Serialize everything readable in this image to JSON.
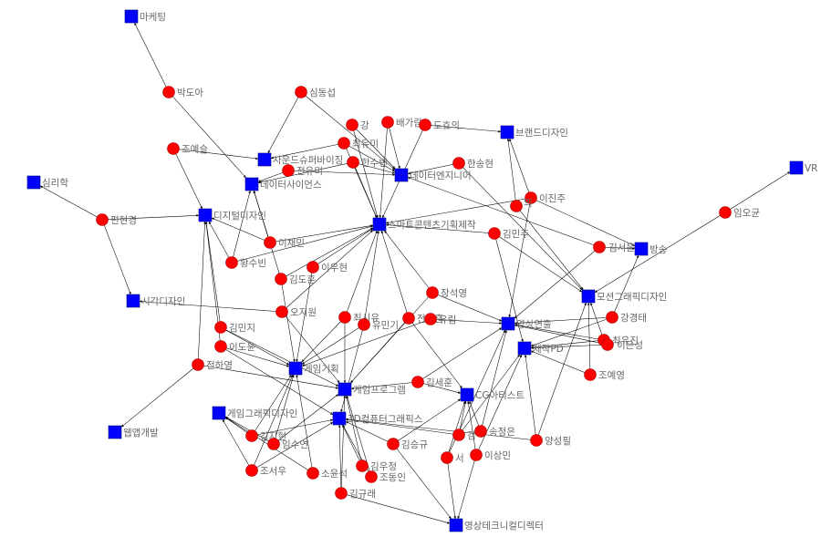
{
  "colors": {
    "person": "#ff0000",
    "job": "#0000ff",
    "edge": "#000000",
    "label": "#666666"
  },
  "nodes": [
    {
      "id": "j_marketing",
      "type": "job",
      "label": "마케팅"
    },
    {
      "id": "j_psych",
      "type": "job",
      "label": "심리학"
    },
    {
      "id": "j_vr",
      "type": "job",
      "label": "VR"
    },
    {
      "id": "j_brand",
      "type": "job",
      "label": "브랜드디자인"
    },
    {
      "id": "j_sound",
      "type": "job",
      "label": "사운드슈퍼바이징"
    },
    {
      "id": "j_dataeng",
      "type": "job",
      "label": "데이터엔지니어"
    },
    {
      "id": "j_datasci",
      "type": "job",
      "label": "데이터사이언스"
    },
    {
      "id": "j_digital",
      "type": "job",
      "label": "디지털디자인"
    },
    {
      "id": "j_smart",
      "type": "job",
      "label": "스마트콘텐츠기획제작"
    },
    {
      "id": "j_broadcast",
      "type": "job",
      "label": "방송"
    },
    {
      "id": "j_visual",
      "type": "job",
      "label": "시각디자인"
    },
    {
      "id": "j_motion",
      "type": "job",
      "label": "모션그래픽디자인"
    },
    {
      "id": "j_video",
      "type": "job",
      "label": "영상연출"
    },
    {
      "id": "j_pd",
      "type": "job",
      "label": "제작PD"
    },
    {
      "id": "j_gameplan",
      "type": "job",
      "label": "게임기획"
    },
    {
      "id": "j_gameprog",
      "type": "job",
      "label": "게임프로그램"
    },
    {
      "id": "j_cg",
      "type": "job",
      "label": "CG아티스트"
    },
    {
      "id": "j_gamegfx",
      "type": "job",
      "label": "게임그래픽디자인"
    },
    {
      "id": "j_3d",
      "type": "job",
      "label": "3D컴퓨터그래픽스"
    },
    {
      "id": "j_webapp",
      "type": "job",
      "label": "웹앱개발"
    },
    {
      "id": "j_vtd",
      "type": "job",
      "label": "영상테크니컬디렉터"
    },
    {
      "id": "p_parkdoa",
      "type": "person",
      "label": "박도아"
    },
    {
      "id": "p_simdongseop",
      "type": "person",
      "label": "심동섭"
    },
    {
      "id": "p_joyeseul",
      "type": "person",
      "label": "조예슬"
    },
    {
      "id": "p_gang1",
      "type": "person",
      "label": "강"
    },
    {
      "id": "p_bae",
      "type": "person",
      "label": "배가람"
    },
    {
      "id": "p_dohyoi",
      "type": "person",
      "label": "도효의"
    },
    {
      "id": "p_choiyumi",
      "type": "person",
      "label": "최유미"
    },
    {
      "id": "p_jeonyumi",
      "type": "person",
      "label": "전유미"
    },
    {
      "id": "p_hansubin",
      "type": "person",
      "label": "한수빈"
    },
    {
      "id": "p_hansonghyeon",
      "type": "person",
      "label": "한송현"
    },
    {
      "id": "p_pyeonhyeongyeong",
      "type": "person",
      "label": "편현경"
    },
    {
      "id": "p_ijinju",
      "type": "person",
      "label": "이진주"
    },
    {
      "id": "p_ijinju2",
      "type": "person",
      "label": "의"
    },
    {
      "id": "p_imogyun",
      "type": "person",
      "label": "임오균"
    },
    {
      "id": "p_ichaemin",
      "type": "person",
      "label": "이채민"
    },
    {
      "id": "p_kimminju",
      "type": "person",
      "label": "김민주"
    },
    {
      "id": "p_kimseo",
      "type": "person",
      "label": "김서윤"
    },
    {
      "id": "p_hwangsubin",
      "type": "person",
      "label": "황수빈"
    },
    {
      "id": "p_iuhyeon",
      "type": "person",
      "label": "이우현"
    },
    {
      "id": "p_kimdohun",
      "type": "person",
      "label": "김도훈"
    },
    {
      "id": "p_jangseokyeong",
      "type": "person",
      "label": "장석영"
    },
    {
      "id": "p_ojiwon",
      "type": "person",
      "label": "오지원"
    },
    {
      "id": "p_choesiyu",
      "type": "person",
      "label": "최시유"
    },
    {
      "id": "p_yuminki",
      "type": "person",
      "label": "유민기"
    },
    {
      "id": "p_jeonheehun",
      "type": "person",
      "label": "전희훈"
    },
    {
      "id": "p_yurim",
      "type": "person",
      "label": "유림"
    },
    {
      "id": "p_kimminji",
      "type": "person",
      "label": "김민지"
    },
    {
      "id": "p_gangkyeongtae",
      "type": "person",
      "label": "강경태"
    },
    {
      "id": "p_choeyujin",
      "type": "person",
      "label": "최유진"
    },
    {
      "id": "p_ieunseong",
      "type": "person",
      "label": "이은성"
    },
    {
      "id": "p_idoyun",
      "type": "person",
      "label": "이도윤"
    },
    {
      "id": "p_jeonhayeong",
      "type": "person",
      "label": "전하영"
    },
    {
      "id": "p_joyeyeong",
      "type": "person",
      "label": "조예영"
    },
    {
      "id": "p_kimsehun",
      "type": "person",
      "label": "김세훈"
    },
    {
      "id": "p_kimjihyeon",
      "type": "person",
      "label": "김지현"
    },
    {
      "id": "p_imsuyeon",
      "type": "person",
      "label": "임수연"
    },
    {
      "id": "p_kimseunggyu",
      "type": "person",
      "label": "김승규"
    },
    {
      "id": "p_kimseo2",
      "type": "person",
      "label": "김"
    },
    {
      "id": "p_songjeongeun",
      "type": "person",
      "label": "송정은"
    },
    {
      "id": "p_yangseongpil",
      "type": "person",
      "label": "양성필"
    },
    {
      "id": "p_joseou",
      "type": "person",
      "label": "조서우"
    },
    {
      "id": "p_soyunseok",
      "type": "person",
      "label": "소윤석"
    },
    {
      "id": "p_kimujeong",
      "type": "person",
      "label": "김우정"
    },
    {
      "id": "p_jodongin",
      "type": "person",
      "label": "조동인"
    },
    {
      "id": "p_seo",
      "type": "person",
      "label": "서"
    },
    {
      "id": "p_isangmin",
      "type": "person",
      "label": "이상민"
    },
    {
      "id": "p_kimgyurae",
      "type": "person",
      "label": "김규래"
    }
  ],
  "edges": [
    [
      "p_parkdoa",
      "j_marketing"
    ],
    [
      "p_parkdoa",
      "j_datasci"
    ],
    [
      "p_simdongseop",
      "j_sound"
    ],
    [
      "p_simdongseop",
      "j_dataeng"
    ],
    [
      "p_joyeseul",
      "j_sound"
    ],
    [
      "p_joyeseul",
      "j_digital"
    ],
    [
      "p_pyeonhyeongyeong",
      "j_psych"
    ],
    [
      "p_pyeonhyeongyeong",
      "j_digital"
    ],
    [
      "p_pyeonhyeongyeong",
      "j_visual"
    ],
    [
      "p_gang1",
      "j_smart"
    ],
    [
      "p_gang1",
      "j_dataeng"
    ],
    [
      "p_bae",
      "j_dataeng"
    ],
    [
      "p_bae",
      "j_smart"
    ],
    [
      "p_dohyoi",
      "j_brand"
    ],
    [
      "p_dohyoi",
      "j_smart"
    ],
    [
      "p_choiyumi",
      "j_sound"
    ],
    [
      "p_choiyumi",
      "j_smart"
    ],
    [
      "p_choiyumi",
      "j_dataeng"
    ],
    [
      "p_jeonyumi",
      "j_datasci"
    ],
    [
      "p_jeonyumi",
      "j_dataeng"
    ],
    [
      "p_hansubin",
      "j_dataeng"
    ],
    [
      "p_hansubin",
      "j_smart"
    ],
    [
      "p_hansubin",
      "j_datasci"
    ],
    [
      "p_hansonghyeon",
      "j_dataeng"
    ],
    [
      "p_hansonghyeon",
      "j_motion"
    ],
    [
      "p_imogyun",
      "j_vr"
    ],
    [
      "p_imogyun",
      "j_motion"
    ],
    [
      "p_ijinju",
      "j_brand"
    ],
    [
      "p_ijinju",
      "j_smart"
    ],
    [
      "p_ijinju",
      "j_broadcast"
    ],
    [
      "p_ijinju",
      "j_video"
    ],
    [
      "p_ijinju2",
      "j_brand"
    ],
    [
      "p_ijinju2",
      "j_motion"
    ],
    [
      "p_ichaemin",
      "j_datasci"
    ],
    [
      "p_ichaemin",
      "j_digital"
    ],
    [
      "p_ichaemin",
      "j_smart"
    ],
    [
      "p_kimminju",
      "j_smart"
    ],
    [
      "p_kimminju",
      "j_motion"
    ],
    [
      "p_kimminju",
      "j_pd"
    ],
    [
      "p_kimseo",
      "j_broadcast"
    ],
    [
      "p_kimseo",
      "j_video"
    ],
    [
      "p_kimseo",
      "j_dataeng"
    ],
    [
      "p_hwangsubin",
      "j_digital"
    ],
    [
      "p_hwangsubin",
      "j_smart"
    ],
    [
      "p_hwangsubin",
      "j_datasci"
    ],
    [
      "p_iuhyeon",
      "j_smart"
    ],
    [
      "p_iuhyeon",
      "j_gameplan"
    ],
    [
      "p_kimdohun",
      "j_smart"
    ],
    [
      "p_kimdohun",
      "j_gameplan"
    ],
    [
      "p_kimdohun",
      "j_datasci"
    ],
    [
      "p_jangseokyeong",
      "j_smart"
    ],
    [
      "p_jangseokyeong",
      "j_video"
    ],
    [
      "p_jangseokyeong",
      "j_gameprog"
    ],
    [
      "p_ojiwon",
      "j_visual"
    ],
    [
      "p_ojiwon",
      "j_gameprog"
    ],
    [
      "p_ojiwon",
      "j_smart"
    ],
    [
      "p_choesiyu",
      "j_gameplan"
    ],
    [
      "p_choesiyu",
      "j_gameprog"
    ],
    [
      "p_choesiyu",
      "j_smart"
    ],
    [
      "p_yuminki",
      "j_smart"
    ],
    [
      "p_yuminki",
      "j_gameplan"
    ],
    [
      "p_yuminki",
      "j_3d"
    ],
    [
      "p_jeonheehun",
      "j_smart"
    ],
    [
      "p_jeonheehun",
      "j_cg"
    ],
    [
      "p_jeonheehun",
      "j_gameprog"
    ],
    [
      "p_yurim",
      "j_video"
    ],
    [
      "p_yurim",
      "j_gameplan"
    ],
    [
      "p_kimminji",
      "j_gameplan"
    ],
    [
      "p_kimminji",
      "j_digital"
    ],
    [
      "p_kimminji",
      "j_gameprog"
    ],
    [
      "p_gangkyeongtae",
      "j_broadcast"
    ],
    [
      "p_gangkyeongtae",
      "j_video"
    ],
    [
      "p_gangkyeongtae",
      "j_pd"
    ],
    [
      "p_choeyujin",
      "j_video"
    ],
    [
      "p_choeyujin",
      "j_pd"
    ],
    [
      "p_choeyujin",
      "j_motion"
    ],
    [
      "p_ieunseong",
      "j_pd"
    ],
    [
      "p_ieunseong",
      "j_video"
    ],
    [
      "p_idoyun",
      "j_gameplan"
    ],
    [
      "p_idoyun",
      "j_3d"
    ],
    [
      "p_idoyun",
      "j_digital"
    ],
    [
      "p_jeonhayeong",
      "j_webapp"
    ],
    [
      "p_jeonhayeong",
      "j_digital"
    ],
    [
      "p_jeonhayeong",
      "j_gameprog"
    ],
    [
      "p_joyeyeong",
      "j_pd"
    ],
    [
      "p_joyeyeong",
      "j_motion"
    ],
    [
      "p_kimsehun",
      "j_cg"
    ],
    [
      "p_kimsehun",
      "j_video"
    ],
    [
      "p_kimsehun",
      "j_gameprog"
    ],
    [
      "p_kimjihyeon",
      "j_gamegfx"
    ],
    [
      "p_kimjihyeon",
      "j_gameplan"
    ],
    [
      "p_kimjihyeon",
      "j_3d"
    ],
    [
      "p_imsuyeon",
      "j_gameplan"
    ],
    [
      "p_imsuyeon",
      "j_gamegfx"
    ],
    [
      "p_imsuyeon",
      "j_gameprog"
    ],
    [
      "p_kimseunggyu",
      "j_3d"
    ],
    [
      "p_kimseunggyu",
      "j_cg"
    ],
    [
      "p_kimseunggyu",
      "j_vtd"
    ],
    [
      "p_kimseo2",
      "j_3d"
    ],
    [
      "p_kimseo2",
      "j_pd"
    ],
    [
      "p_kimseo2",
      "j_cg"
    ],
    [
      "p_songjeongeun",
      "j_cg"
    ],
    [
      "p_songjeongeun",
      "j_video"
    ],
    [
      "p_yangseongpil",
      "j_pd"
    ],
    [
      "p_yangseongpil",
      "j_3d"
    ],
    [
      "p_yangseongpil",
      "j_motion"
    ],
    [
      "p_joseou",
      "j_gamegfx"
    ],
    [
      "p_joseou",
      "j_3d"
    ],
    [
      "p_joseou",
      "j_gameplan"
    ],
    [
      "p_soyunseok",
      "j_gameplan"
    ],
    [
      "p_soyunseok",
      "j_gamegfx"
    ],
    [
      "p_kimujeong",
      "j_3d"
    ],
    [
      "p_kimujeong",
      "j_gameprog"
    ],
    [
      "p_jodongin",
      "j_3d"
    ],
    [
      "p_jodongin",
      "j_gameprog"
    ],
    [
      "p_seo",
      "j_cg"
    ],
    [
      "p_seo",
      "j_vtd"
    ],
    [
      "p_seo",
      "j_video"
    ],
    [
      "p_isangmin",
      "j_vtd"
    ],
    [
      "p_isangmin",
      "j_pd"
    ],
    [
      "p_isangmin",
      "j_cg"
    ],
    [
      "p_kimgyurae",
      "j_vtd"
    ],
    [
      "p_kimgyurae",
      "j_3d"
    ],
    [
      "p_kimgyurae",
      "j_gameprog"
    ]
  ]
}
